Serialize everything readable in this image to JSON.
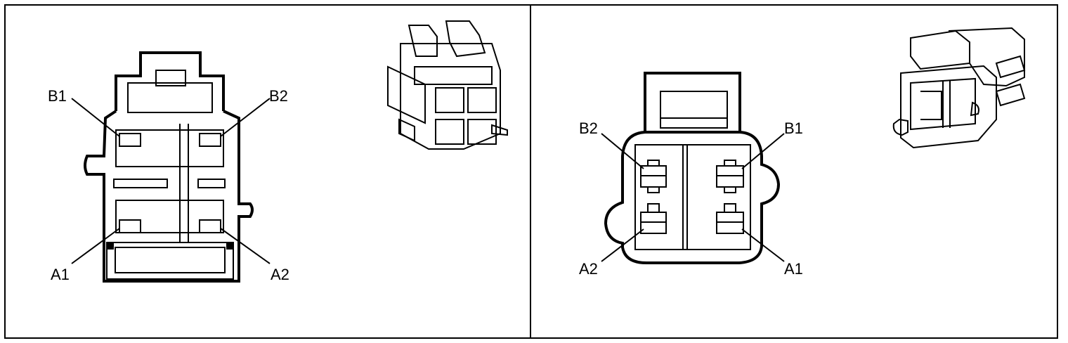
{
  "panels": [
    {
      "name": "left-connector",
      "pins": {
        "b1": "B1",
        "b2": "B2",
        "a1": "A1",
        "a2": "A2"
      },
      "icon": "connector-3d-view-icon"
    },
    {
      "name": "right-connector",
      "pins": {
        "b2": "B2",
        "b1": "B1",
        "a2": "A2",
        "a1": "A1"
      },
      "icon": "connector-3d-view-icon"
    }
  ]
}
